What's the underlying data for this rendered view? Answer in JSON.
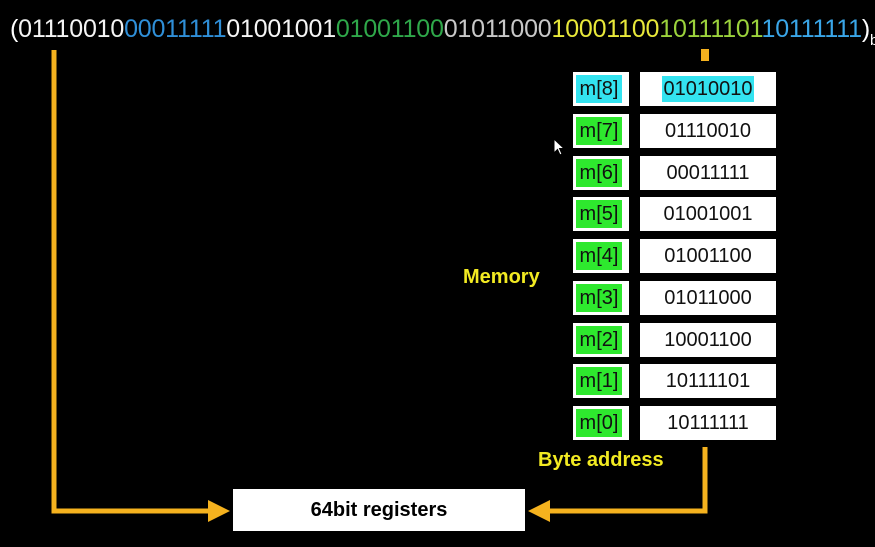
{
  "binary_string": {
    "open_paren": "(",
    "segments": [
      {
        "bits": "01110010",
        "color": "#f5f5f5"
      },
      {
        "bits": "00011111",
        "color": "#2f8fd8"
      },
      {
        "bits": "01001001",
        "color": "#f5f5f5"
      },
      {
        "bits": "01001100",
        "color": "#2fa84a"
      },
      {
        "bits": "01011000",
        "color": "#c8c8c8"
      },
      {
        "bits": "10001100",
        "color": "#e8e83a"
      },
      {
        "bits": "10111101",
        "color": "#9bd23c"
      },
      {
        "bits": "10111111",
        "color": "#3aa6e8"
      }
    ],
    "close_paren": ")",
    "subscript": "bin"
  },
  "memory": {
    "label": "Memory",
    "address_caption": "Byte address",
    "rows": [
      {
        "address": "m[8]",
        "value": "01010010",
        "highlight": true
      },
      {
        "address": "m[7]",
        "value": "01110010",
        "highlight": false
      },
      {
        "address": "m[6]",
        "value": "00011111",
        "highlight": false
      },
      {
        "address": "m[5]",
        "value": "01001001",
        "highlight": false
      },
      {
        "address": "m[4]",
        "value": "01001100",
        "highlight": false
      },
      {
        "address": "m[3]",
        "value": "01011000",
        "highlight": false
      },
      {
        "address": "m[2]",
        "value": "10001100",
        "highlight": false
      },
      {
        "address": "m[1]",
        "value": "10111101",
        "highlight": false
      },
      {
        "address": "m[0]",
        "value": "10111111",
        "highlight": false
      }
    ]
  },
  "register": {
    "label": "64bit registers"
  },
  "colors": {
    "arrow": "#f5b21e",
    "address_fill": "#2ee82e",
    "highlight_fill": "#33e3f0",
    "label_yellow": "#f2ea22"
  },
  "icons": {
    "cursor": "mouse-pointer-icon"
  }
}
